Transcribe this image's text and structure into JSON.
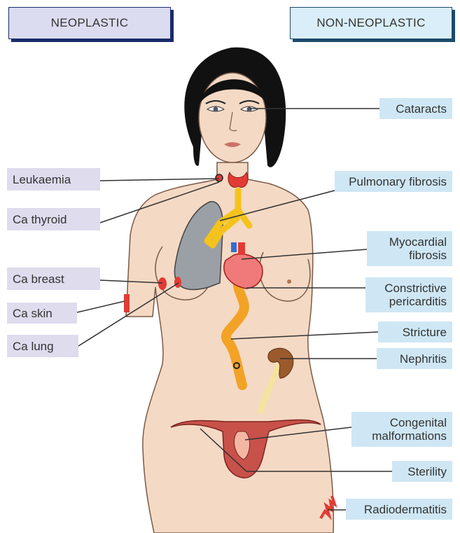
{
  "headers": {
    "left": "NEOPLASTIC",
    "right": "NON-NEOPLASTIC"
  },
  "neoplastic": [
    "Leukaemia",
    "Ca thyroid",
    "Ca breast",
    "Ca skin",
    "Ca lung"
  ],
  "non_neoplastic": {
    "cataracts": "Cataracts",
    "pulmonary_fibrosis": "Pulmonary fibrosis",
    "myocardial_fibrosis": [
      "Myocardial",
      "fibrosis"
    ],
    "constrictive_pericarditis": [
      "Constrictive",
      "pericarditis"
    ],
    "stricture": "Stricture",
    "nephritis": "Nephritis",
    "congenital_malformations": [
      "Congenital",
      "malformations"
    ],
    "sterility": "Sterility",
    "radiodermatitis": "Radiodermatitis"
  },
  "colors": {
    "skin": "#f4d9c4",
    "skin_outline": "#7a5a48",
    "hair": "#111111",
    "organ_red": "#e23b35",
    "gut_orange": "#f2a326",
    "trachea_yellow": "#f5c31b",
    "kidney_brown": "#9b5a2c",
    "lung_grey": "#9aa0a6",
    "line": "#333333"
  }
}
